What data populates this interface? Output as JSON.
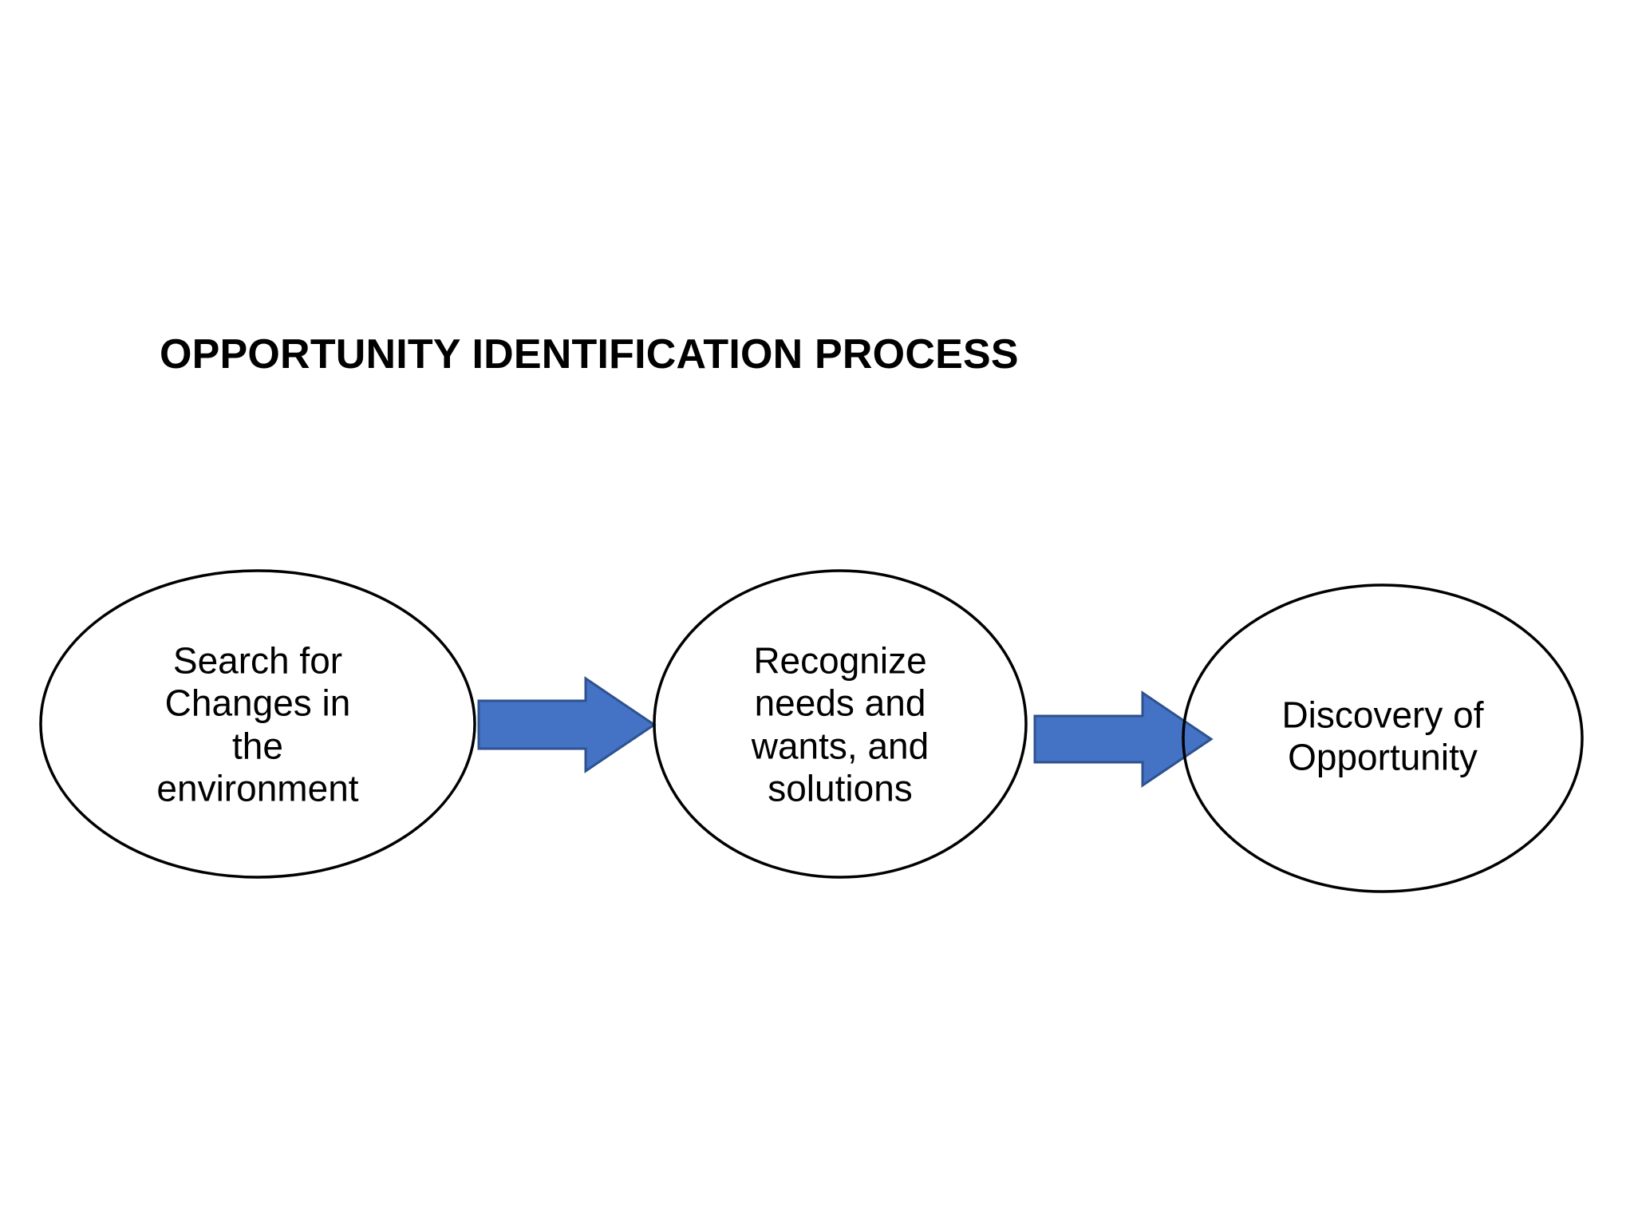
{
  "slide": {
    "background_color": "#FFFFFF",
    "title": "OPPORTUNITY IDENTIFICATION PROCESS"
  },
  "diagram": {
    "type": "process-flow",
    "orientation": "left-to-right",
    "shape_style": {
      "node_shape": "ellipse",
      "node_fill": "#FFFFFF",
      "node_stroke": "#000000",
      "node_stroke_width": 3,
      "connector_shape": "block-arrow",
      "connector_fill": "#4472C4",
      "connector_stroke": "#2E528F",
      "connector_stroke_width": 2
    },
    "nodes": [
      {
        "id": "node-1",
        "order": 1,
        "label": "Search for\nChanges in\nthe\nenvironment",
        "label_lines": [
          "Search for",
          "Changes in",
          "the",
          "environment"
        ]
      },
      {
        "id": "node-2",
        "order": 2,
        "label": "Recognize\nneeds and\nwants, and\nsolutions",
        "label_lines": [
          "Recognize",
          "needs and",
          "wants, and",
          "solutions"
        ]
      },
      {
        "id": "node-3",
        "order": 3,
        "label": "Discovery of\nOpportunity",
        "label_lines": [
          "Discovery of",
          "Opportunity"
        ]
      }
    ],
    "connectors": [
      {
        "id": "arrow-1",
        "from": "node-1",
        "to": "node-2",
        "direction": "right"
      },
      {
        "id": "arrow-2",
        "from": "node-2",
        "to": "node-3",
        "direction": "right"
      }
    ]
  }
}
